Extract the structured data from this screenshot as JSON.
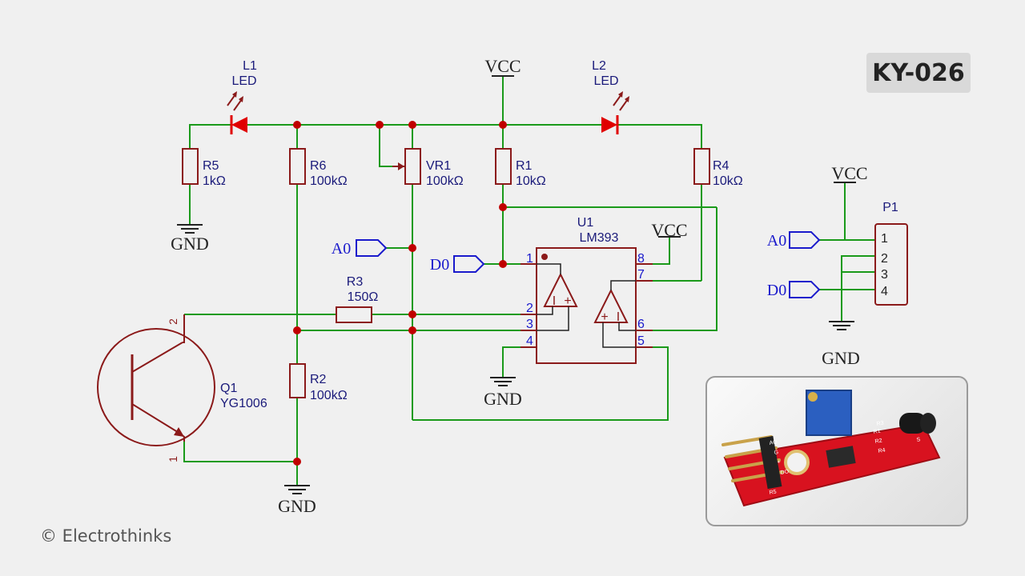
{
  "badge": "KY-026",
  "copyright": "© Electrothinks",
  "power": {
    "vcc": "VCC",
    "gnd": "GND"
  },
  "nets": {
    "a0": "A0",
    "d0": "D0"
  },
  "components": {
    "l1": {
      "ref": "L1",
      "value": "LED"
    },
    "l2": {
      "ref": "L2",
      "value": "LED"
    },
    "r5": {
      "ref": "R5",
      "value": "1kΩ"
    },
    "r6": {
      "ref": "R6",
      "value": "100kΩ"
    },
    "vr1": {
      "ref": "VR1",
      "value": "100kΩ"
    },
    "r1": {
      "ref": "R1",
      "value": "10kΩ"
    },
    "r4": {
      "ref": "R4",
      "value": "10kΩ"
    },
    "r3": {
      "ref": "R3",
      "value": "150Ω"
    },
    "r2": {
      "ref": "R2",
      "value": "100kΩ"
    },
    "u1": {
      "ref": "U1",
      "value": "LM393"
    },
    "q1": {
      "ref": "Q1",
      "value": "YG1006"
    },
    "p1": {
      "ref": "P1"
    }
  },
  "u1_pins": [
    "1",
    "2",
    "3",
    "4",
    "5",
    "6",
    "7",
    "8"
  ],
  "q1_pins": [
    "2",
    "1"
  ],
  "p1_pins": [
    "1",
    "2",
    "3",
    "4"
  ],
  "photo_labels": {
    "ao": "AO",
    "g": "G",
    "plus": "+",
    "do": "DO",
    "r5": "R5",
    "r1": "R1",
    "r2": "R2",
    "r3": "R3",
    "r4": "R4",
    "s": "S"
  },
  "colors": {
    "wire": "#1a9a1a",
    "component": "#8b1a1a",
    "junction": "#c00000",
    "label": "#1a1acc",
    "led": "#e00000",
    "pcb": "#d8121f"
  }
}
